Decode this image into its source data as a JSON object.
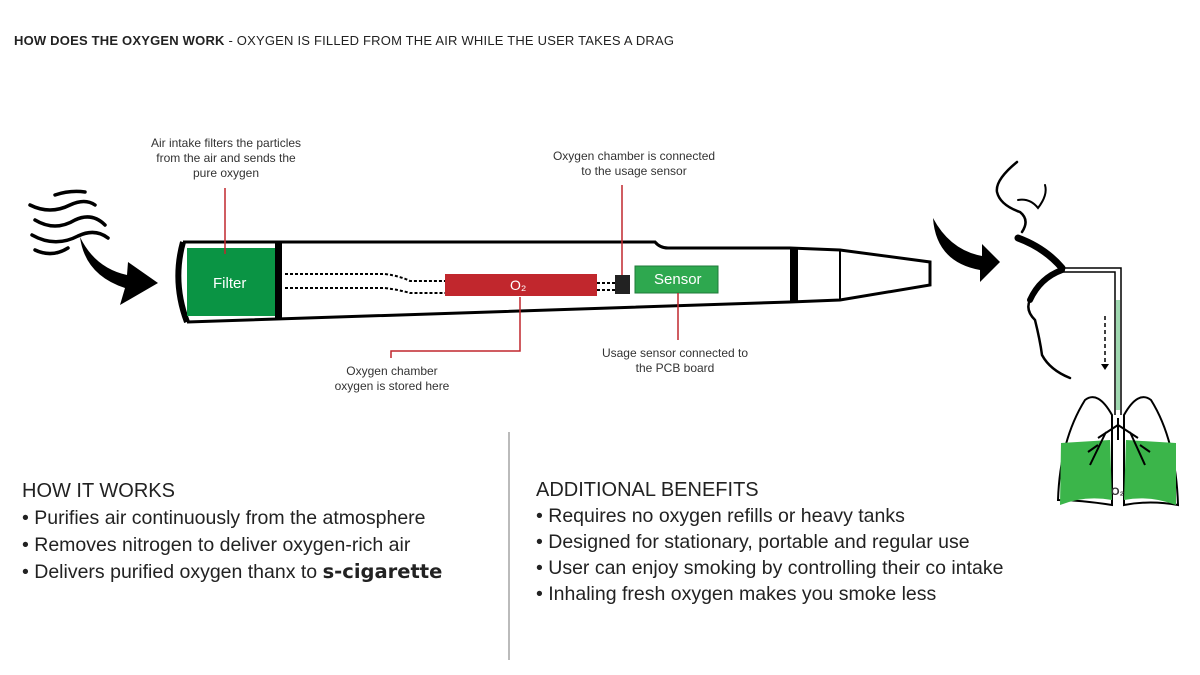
{
  "header": {
    "bold": "HOW DOES THE OXYGEN WORK",
    "rest": " - OXYGEN IS FILLED FROM THE AIR WHILE THE USER TAKES A DRAG"
  },
  "diagram": {
    "filter_label": "Filter",
    "o2_label": "O₂",
    "sensor_label": "Sensor",
    "lungs_label": "O₂",
    "callouts": {
      "filter": [
        "Air intake filters the particles",
        "from the air and sends the",
        "pure oxygen"
      ],
      "chamber_sensor": [
        "Oxygen chamber is connected",
        "to the usage sensor"
      ],
      "chamber": [
        "Oxygen chamber",
        "oxygen is stored here"
      ],
      "usage_sensor": [
        "Usage sensor connected to",
        "the PCB board"
      ]
    },
    "colors": {
      "filter": "#0a9444",
      "o2": "#c1272d",
      "sensor": "#2ea84f",
      "lungs": "#3bb54a",
      "callout_line": "#c1272d"
    }
  },
  "how_it_works": {
    "heading": "HOW IT WORKS",
    "items": [
      "Purifies air continuously from the atmosphere",
      "Removes nitrogen to deliver oxygen-rich air",
      "Delivers purified oxygen thanx to "
    ],
    "brand": "s-cigarette"
  },
  "benefits": {
    "heading": "ADDITIONAL BENEFITS",
    "items": [
      "Requires no oxygen refills or heavy tanks",
      "Designed for stationary, portable and regular use",
      "User can enjoy smoking by controlling their co intake",
      "Inhaling fresh oxygen makes you smoke less"
    ]
  }
}
